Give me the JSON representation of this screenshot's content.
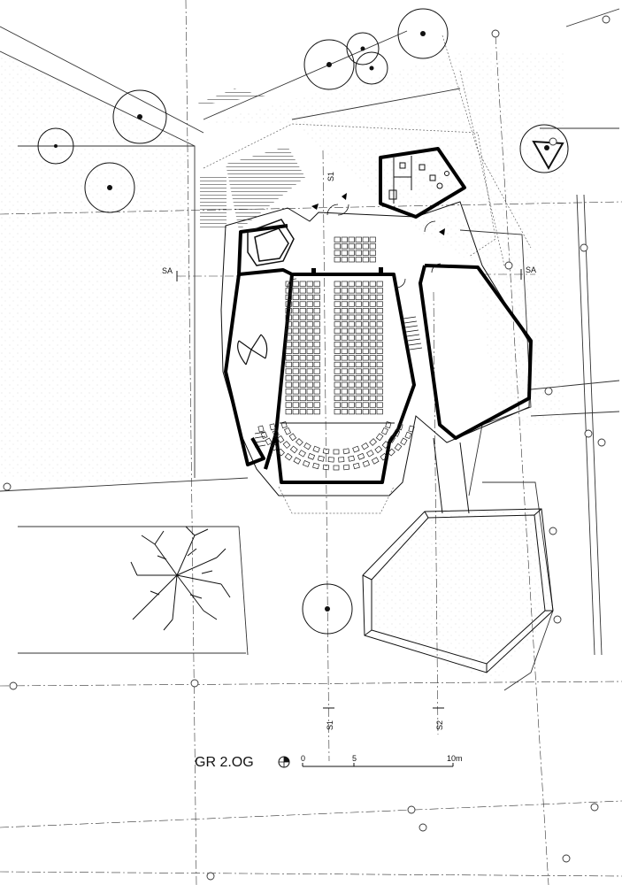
{
  "drawing": {
    "title": "GR 2.OG",
    "scale_ticks": [
      "0",
      "5",
      "10m"
    ],
    "section_marks": {
      "sa_left": "SA",
      "sa_right": "SA",
      "s1_top": "S1",
      "s1_bottom": "S1",
      "s2_bottom": "S2"
    },
    "icons": {
      "north": "north-arrow-icon"
    },
    "colors": {
      "line": "#111111",
      "thin": "#555555",
      "paper": "#ffffff"
    }
  }
}
